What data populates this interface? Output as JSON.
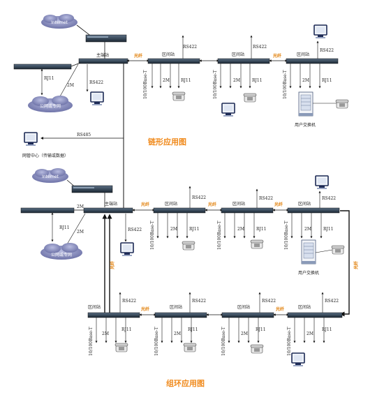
{
  "titles": {
    "chain": "链形应用图",
    "ring": "组环应用图"
  },
  "labels": {
    "internet": "Internet",
    "main_station": "主端站",
    "section_station": "区间站",
    "rs422": "RS422",
    "rs485": "RS485",
    "rj11": "RJ11",
    "e1": "2M",
    "eth": "10/100Base-T",
    "fiber": "光纤",
    "public_net": "公网或专网",
    "nms_center": "网管中心（传输或数据）",
    "user_exchange": "用户交换机"
  },
  "colors": {
    "fiber": "#e07b00",
    "title": "#f08a1c",
    "device": "#2a3a4a",
    "cloud": "#8a8fc0"
  }
}
